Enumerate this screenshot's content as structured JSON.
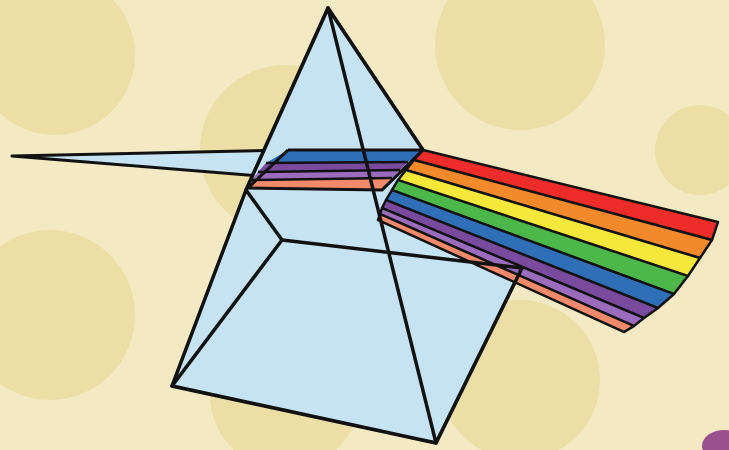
{
  "colors": {
    "background": "#f3eac4",
    "background_dots": "#ebdfa6",
    "prism_fill": "#c5e3f2",
    "incoming_beam": "#c5e3f2",
    "outline": "#111111",
    "spectrum": [
      "#ee2d2a",
      "#f2892a",
      "#f5e83a",
      "#4db84a",
      "#2f6fb8",
      "#7a4a9e",
      "#9b6bbd",
      "#f08a6a"
    ],
    "corner_blob": "#9a4f8e"
  },
  "icons": {
    "prism": "triangular-prism",
    "light_beam": "white-light-beam",
    "spectrum": "rainbow-spectrum"
  }
}
